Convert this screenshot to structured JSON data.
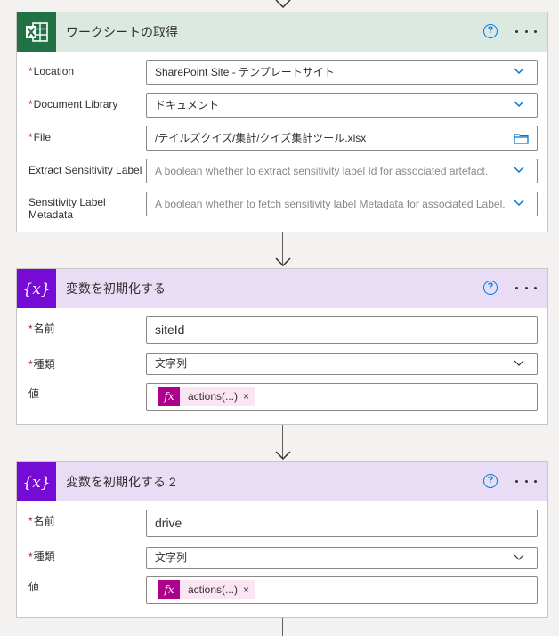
{
  "cards": {
    "excel": {
      "title": "ワークシートの取得",
      "fields": {
        "location": {
          "label": "Location",
          "value": "SharePoint Site - テンプレートサイト"
        },
        "library": {
          "label": "Document Library",
          "value": "ドキュメント"
        },
        "file": {
          "label": "File",
          "value": "/テイルズクイズ/集計/クイズ集計ツール.xlsx"
        },
        "extract": {
          "label": "Extract Sensitivity Label",
          "placeholder": "A boolean whether to extract sensitivity label Id for associated artefact."
        },
        "metadata": {
          "label": "Sensitivity Label Metadata",
          "placeholder": "A boolean whether to fetch sensitivity label Metadata for associated Label."
        }
      }
    },
    "var1": {
      "title": "変数を初期化する",
      "name_label": "名前",
      "name_value": "siteId",
      "type_label": "種類",
      "type_value": "文字列",
      "value_label": "値",
      "token_label": "actions(...)",
      "token_close": "×",
      "fx": "fx"
    },
    "var2": {
      "title": "変数を初期化する 2",
      "name_label": "名前",
      "name_value": "drive",
      "type_label": "種類",
      "type_value": "文字列",
      "value_label": "値",
      "token_label": "actions(...)",
      "token_close": "×",
      "fx": "fx"
    }
  },
  "common": {
    "required_mark": "*",
    "help_glyph": "?"
  },
  "icons": {
    "excel": "excel-icon",
    "variable": "variable-icon",
    "help": "help-icon",
    "more": "more-options-icon",
    "dropdown": "chevron-down-icon",
    "folder": "folder-icon",
    "arrow": "arrow-down-icon"
  },
  "colors": {
    "excel_brand": "#217346",
    "excel_header": "#dce9e0",
    "variable_brand": "#770bd6",
    "variable_header": "#e9ddf6",
    "expression_token": "#ad008c",
    "accent": "#0078d4",
    "required": "#a4262c"
  }
}
